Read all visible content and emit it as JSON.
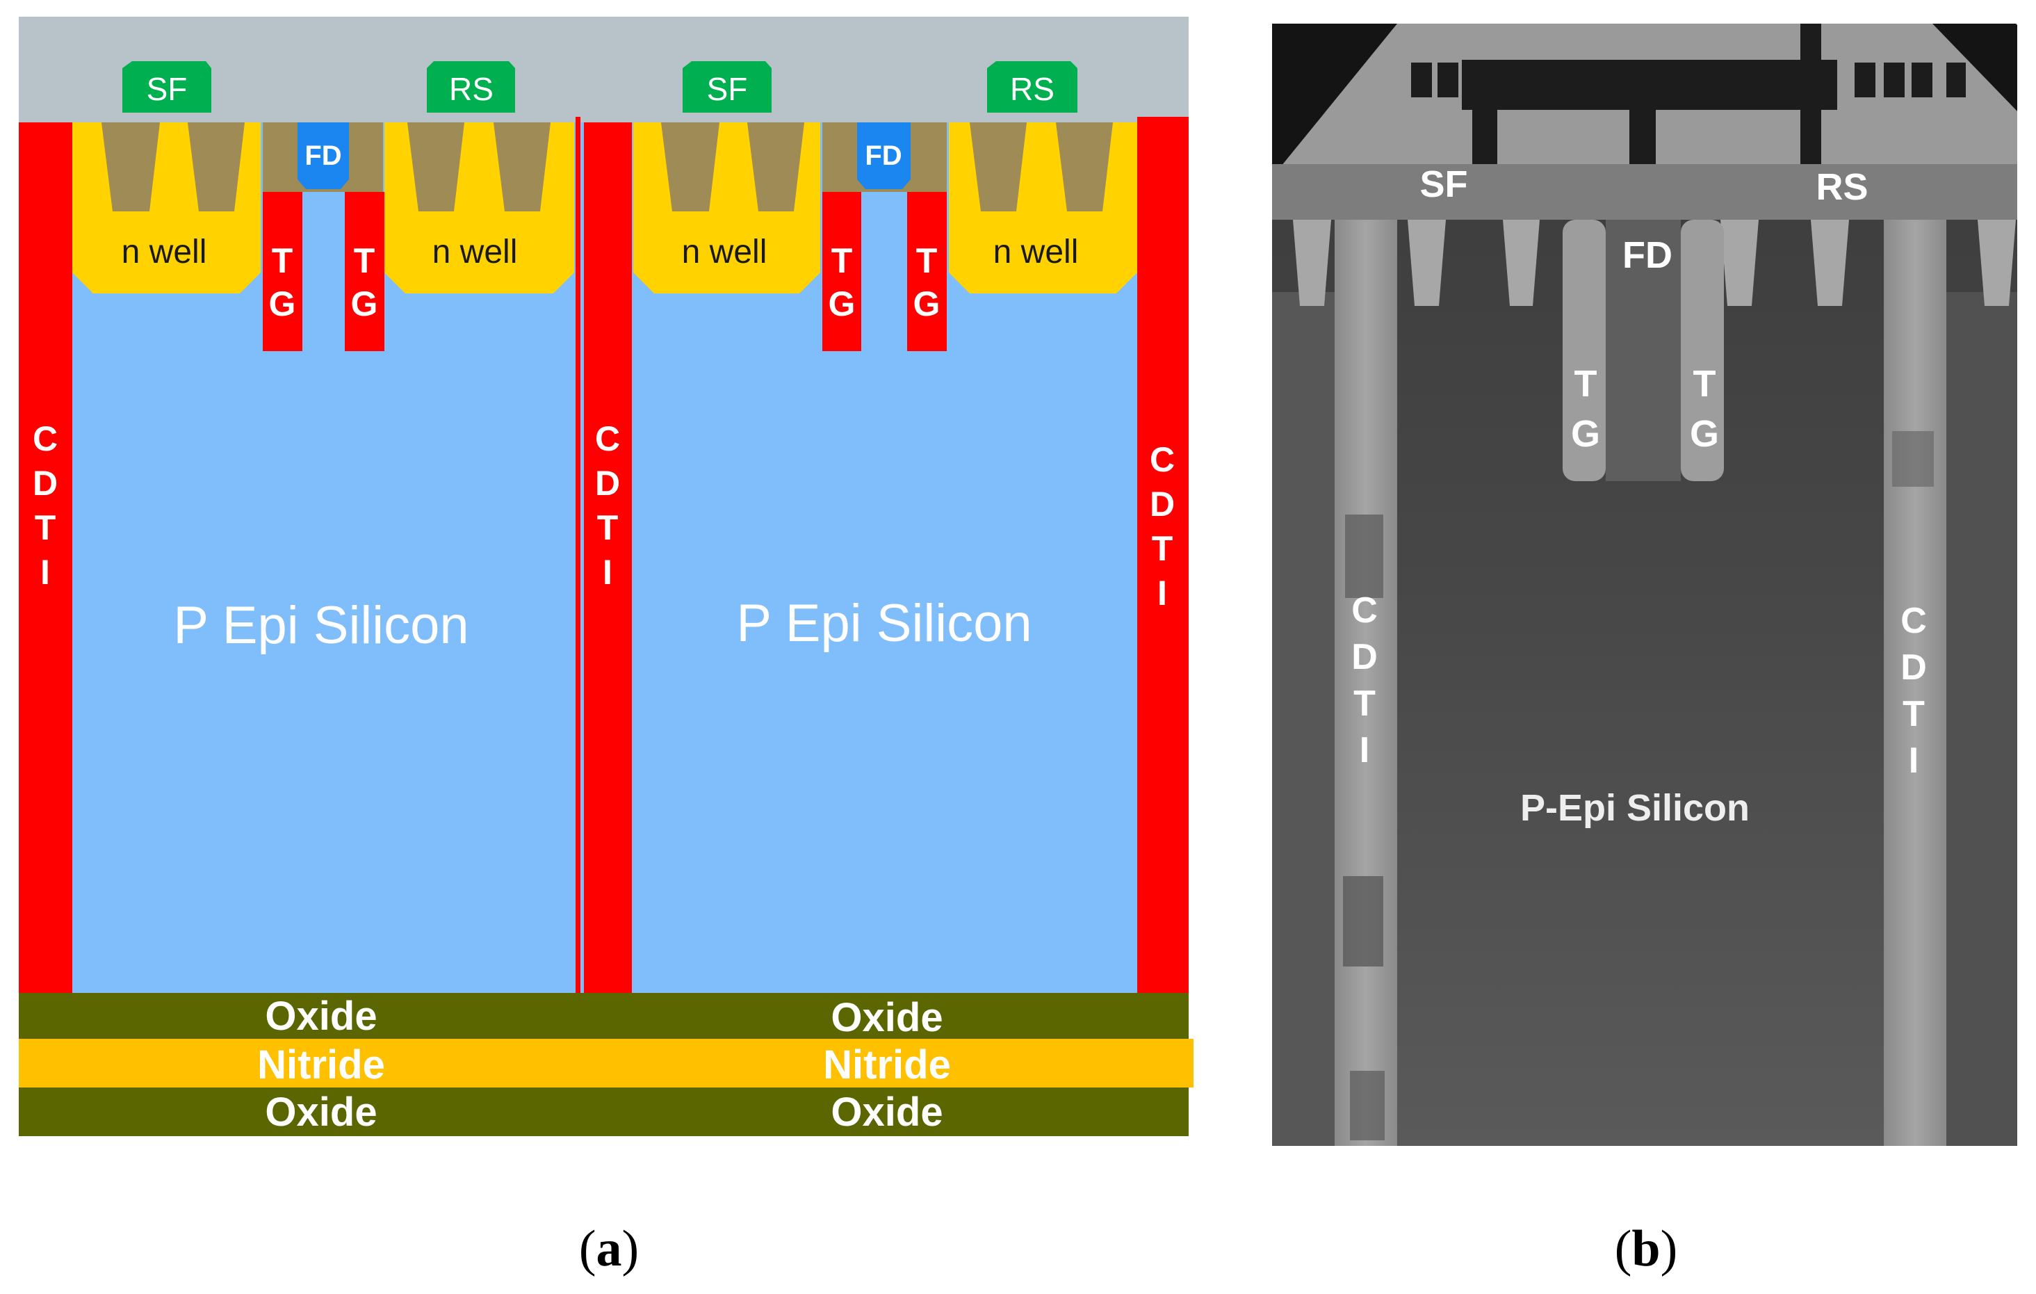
{
  "panel_a": {
    "caption_prefix": "(",
    "caption_letter": "a",
    "caption_suffix": ")",
    "colors": {
      "top_dielectric": "#b7c2c9",
      "p_epi": "#80bdfb",
      "cdti": "#ff0000",
      "n_well": "#ffd200",
      "sti": "#9e8b55",
      "fd": "#1b86f0",
      "gate": "#00b050",
      "oxide": "#5b6600",
      "nitride": "#ffc000"
    },
    "pixels": [
      {
        "sf": "SF",
        "rs": "RS",
        "fd": "FD",
        "n_well_left": "n well",
        "n_well_right": "n well",
        "tg_left": [
          "T",
          "G"
        ],
        "tg_right": [
          "T",
          "G"
        ],
        "silicon": "P Epi Silicon",
        "cdti": [
          "C",
          "D",
          "T",
          "I"
        ]
      },
      {
        "sf": "SF",
        "rs": "RS",
        "fd": "FD",
        "n_well_left": "n well",
        "n_well_right": "n well",
        "tg_left": [
          "T",
          "G"
        ],
        "tg_right": [
          "T",
          "G"
        ],
        "silicon": "P Epi Silicon",
        "cdti": [
          "C",
          "D",
          "T",
          "I"
        ],
        "cdti_right": [
          "C",
          "D",
          "T",
          "I"
        ]
      }
    ],
    "stack": [
      {
        "left": "Oxide",
        "right": "Oxide"
      },
      {
        "left": "Nitride",
        "right": "Nitride"
      },
      {
        "left": "Oxide",
        "right": "Oxide"
      }
    ]
  },
  "panel_b": {
    "caption_prefix": "(",
    "caption_letter": "b",
    "caption_suffix": ")",
    "sf": "SF",
    "rs": "RS",
    "fd": "FD",
    "tg_left": [
      "T",
      "G"
    ],
    "tg_right": [
      "T",
      "G"
    ],
    "silicon": "P-Epi Silicon",
    "cdti_left": [
      "C",
      "D",
      "T",
      "I"
    ],
    "cdti_right": [
      "C",
      "D",
      "T",
      "I"
    ]
  }
}
